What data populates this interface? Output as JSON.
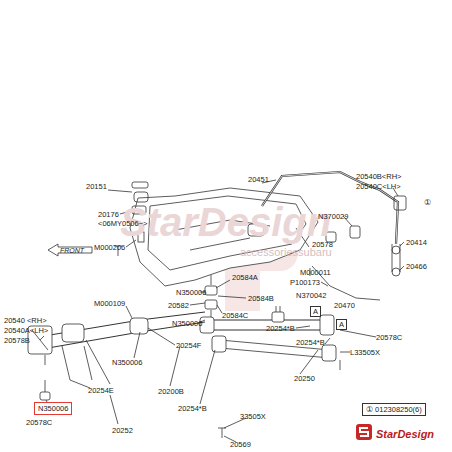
{
  "diagram": {
    "nodes": [
      {
        "text": [
          "N350006"
        ]
      },
      {
        "text": [
          "A"
        ]
      },
      {
        "text": [
          "A"
        ]
      },
      {
        "text": [
          "① 012308250(6)"
        ]
      }
    ],
    "labels": [
      "StarDesign",
      "accessoriessubaru",
      "20151",
      "20176",
      "<06MY0506~>",
      "M000206",
      "20451",
      "20578",
      "20540B<RH>",
      "20540C<LH>",
      "N370029",
      "20414",
      "20466",
      "M000011",
      "P100173",
      "N370042",
      "20470",
      "20584A",
      "N350006",
      "20582",
      "20584B",
      "20584C",
      "N350006",
      "M000109",
      "20540 <RH>",
      "20540A<LH>",
      "20578B",
      "20254F",
      "N350006",
      "20254E",
      "20578C",
      "20252",
      "20200B",
      "20254*B",
      "20254*B",
      "20254*B",
      "20250",
      "L33505X",
      "20578C",
      "33505X",
      "20569",
      "FRONT",
      "StarDesign",
      "①"
    ]
  }
}
